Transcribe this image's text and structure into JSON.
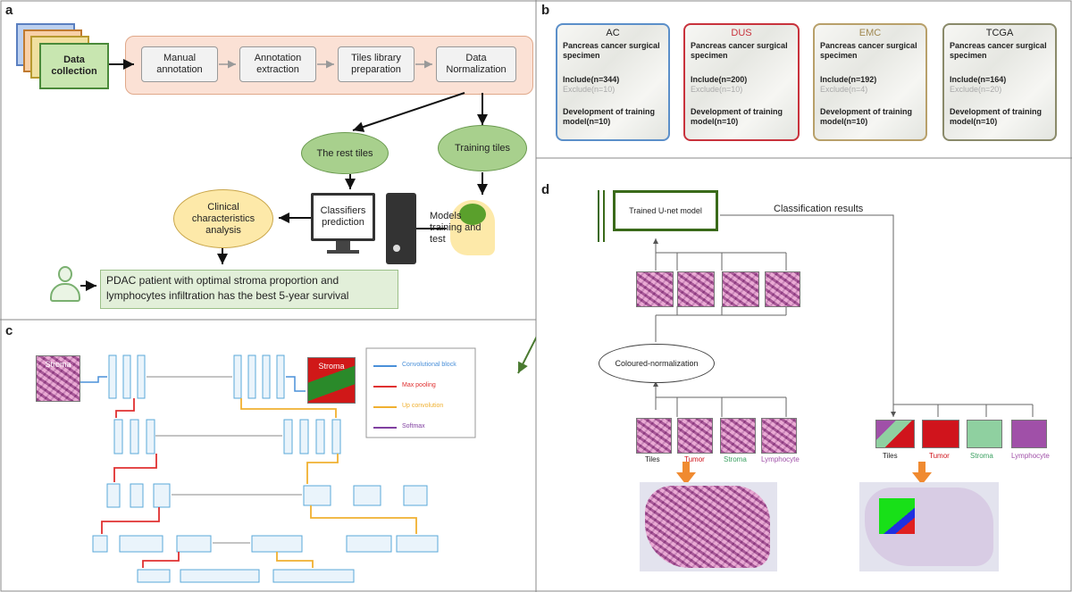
{
  "panels": {
    "a": "a",
    "b": "b",
    "c": "c",
    "d": "d"
  },
  "panel_a": {
    "data_collection": "Data collection",
    "steps": [
      "Manual annotation",
      "Annotation extraction",
      "Tiles library preparation",
      "Data Normalization"
    ],
    "rest_tiles": "The rest tiles",
    "training_tiles": "Training tiles",
    "clinical": "Clinical characteristics analysis",
    "classifiers": "Classifiers prediction",
    "models_training": "Models training and test",
    "conclusion": "PDAC patient with optimal stroma proportion and lymphocytes infiltration has the best 5-year survival",
    "colors": {
      "process_bg": "#fbe1d5",
      "green": "#a8d08d",
      "yellow": "#fde9a9",
      "conclusion_bg": "#e2efd9"
    }
  },
  "panel_b": {
    "cohorts": [
      {
        "name": "AC",
        "color": "#5b8fc9",
        "specimen": "Pancreas cancer surgical specimen",
        "include": "Include(n=344)",
        "exclude": "Exclude(n=10)",
        "dev": "Development of training model(n=10)"
      },
      {
        "name": "DUS",
        "color": "#c8323c",
        "specimen": "Pancreas cancer surgical specimen",
        "include": "Include(n=200)",
        "exclude": "Exclude(n=10)",
        "dev": "Development of training model(n=10)"
      },
      {
        "name": "EMC",
        "color": "#b8a06a",
        "specimen": "Pancreas cancer surgical specimen",
        "include": "Include(n=192)",
        "exclude": "Exclude(n=4)",
        "dev": "Development of training model(n=10)"
      },
      {
        "name": "TCGA",
        "color": "#8a8a6a",
        "specimen": "Pancreas cancer surgical specimen",
        "include": "Include(n=164)",
        "exclude": "Exclude(n=20)",
        "dev": "Development of training model(n=10)"
      }
    ]
  },
  "panel_c": {
    "input_label": "Stroma",
    "output_label": "Stroma",
    "legend": [
      {
        "text": "Convolutional block",
        "color": "#4a90d9"
      },
      {
        "text": "Max pooling",
        "color": "#e03030"
      },
      {
        "text": "Up convolution",
        "color": "#f0b030"
      },
      {
        "text": "Softmax",
        "color": "#8040a0"
      }
    ]
  },
  "panel_d": {
    "model": "Trained U-net model",
    "results": "Classification results",
    "normalization": "Coloured-normalization",
    "tile_labels": [
      "Tiles",
      "Tumor",
      "Stroma",
      "Lymphocyte"
    ],
    "result_labels": [
      "Tiles",
      "Tumor",
      "Stroma",
      "Lymphocyte"
    ],
    "class_colors": {
      "tumor": "#d0141c",
      "stroma": "#8fd0a0",
      "lymphocyte": "#a050a8"
    }
  }
}
